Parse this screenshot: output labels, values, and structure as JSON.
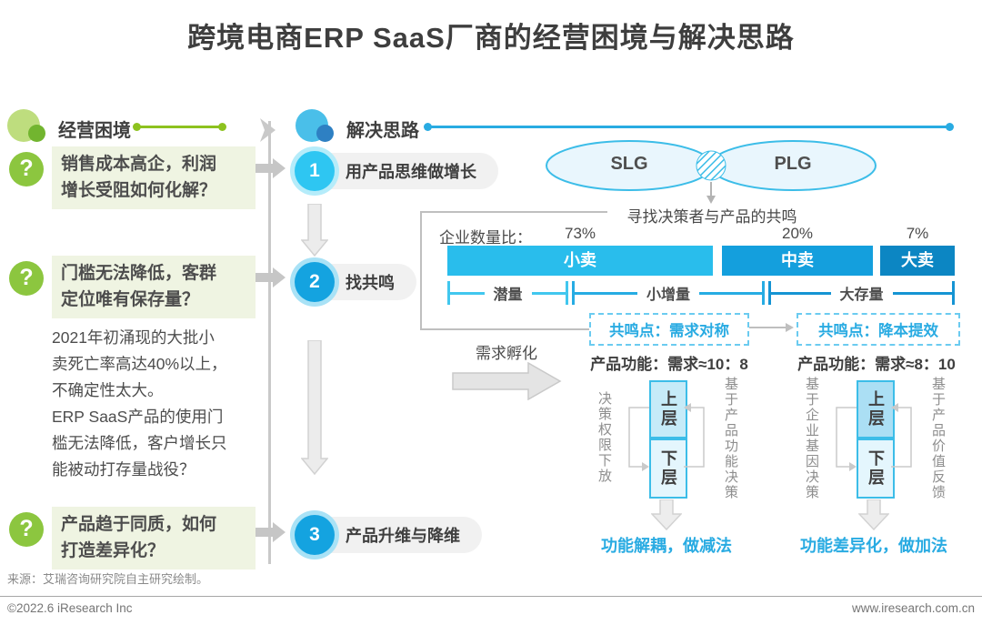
{
  "title": "跨境电商ERP SaaS厂商的经营困境与解决思路",
  "colors": {
    "green_accent": "#8cc63f",
    "blue_accent": "#29abe2",
    "bar_small": "#29bdec",
    "bar_mid": "#149fdd",
    "bar_large": "#0c86c3"
  },
  "left": {
    "header": "经营困境",
    "qmark": "?",
    "q1": "销售成本高企，利润\n增长受阻如何化解？",
    "q2": "门槛无法降低，客群\n定位唯有保存量？",
    "q3": "产品趋于同质，如何\n打造差异化？",
    "note": "2021年初涌现的大批小\n卖死亡率高达40%以上，\n不确定性太大。\nERP SaaS产品的使用门\n槛无法降低，客户增长只\n能被动打存量战役？",
    "source": "来源：艾瑞咨询研究院自主研究绘制。"
  },
  "solution": {
    "header": "解决思路",
    "steps": [
      {
        "num": "1",
        "label": "用产品思维做增长"
      },
      {
        "num": "2",
        "label": "找共鸣"
      },
      {
        "num": "3",
        "label": "产品升维与降维"
      }
    ],
    "venn": {
      "left": "SLG",
      "right": "PLG",
      "caption": "寻找决策者与产品的共鸣"
    },
    "chart": {
      "label": "企业数量比：",
      "bars": [
        {
          "name": "小卖",
          "share": "73%"
        },
        {
          "name": "中卖",
          "share": "20%"
        },
        {
          "name": "大卖",
          "share": "7%"
        }
      ],
      "segments": [
        "潜量",
        "小增量",
        "大存量"
      ]
    },
    "incubation": "需求孵化",
    "branches": [
      {
        "point": "共鸣点：需求对称",
        "ratio": "产品功能：需求≈10：8",
        "side_left": "决策权限下放",
        "side_right": "基于产品功能决策",
        "upper": "上层",
        "lower": "下层",
        "conclusion": "功能解耦，做减法"
      },
      {
        "point": "共鸣点：降本提效",
        "ratio": "产品功能：需求≈8：10",
        "side_left": "基于企业基因决策",
        "side_right": "基于产品价值反馈",
        "upper": "上层",
        "lower": "下层",
        "conclusion": "功能差异化，做加法"
      }
    ]
  },
  "footer": {
    "copyright": "©2022.6 iResearch Inc",
    "website": "www.iresearch.com.cn"
  }
}
